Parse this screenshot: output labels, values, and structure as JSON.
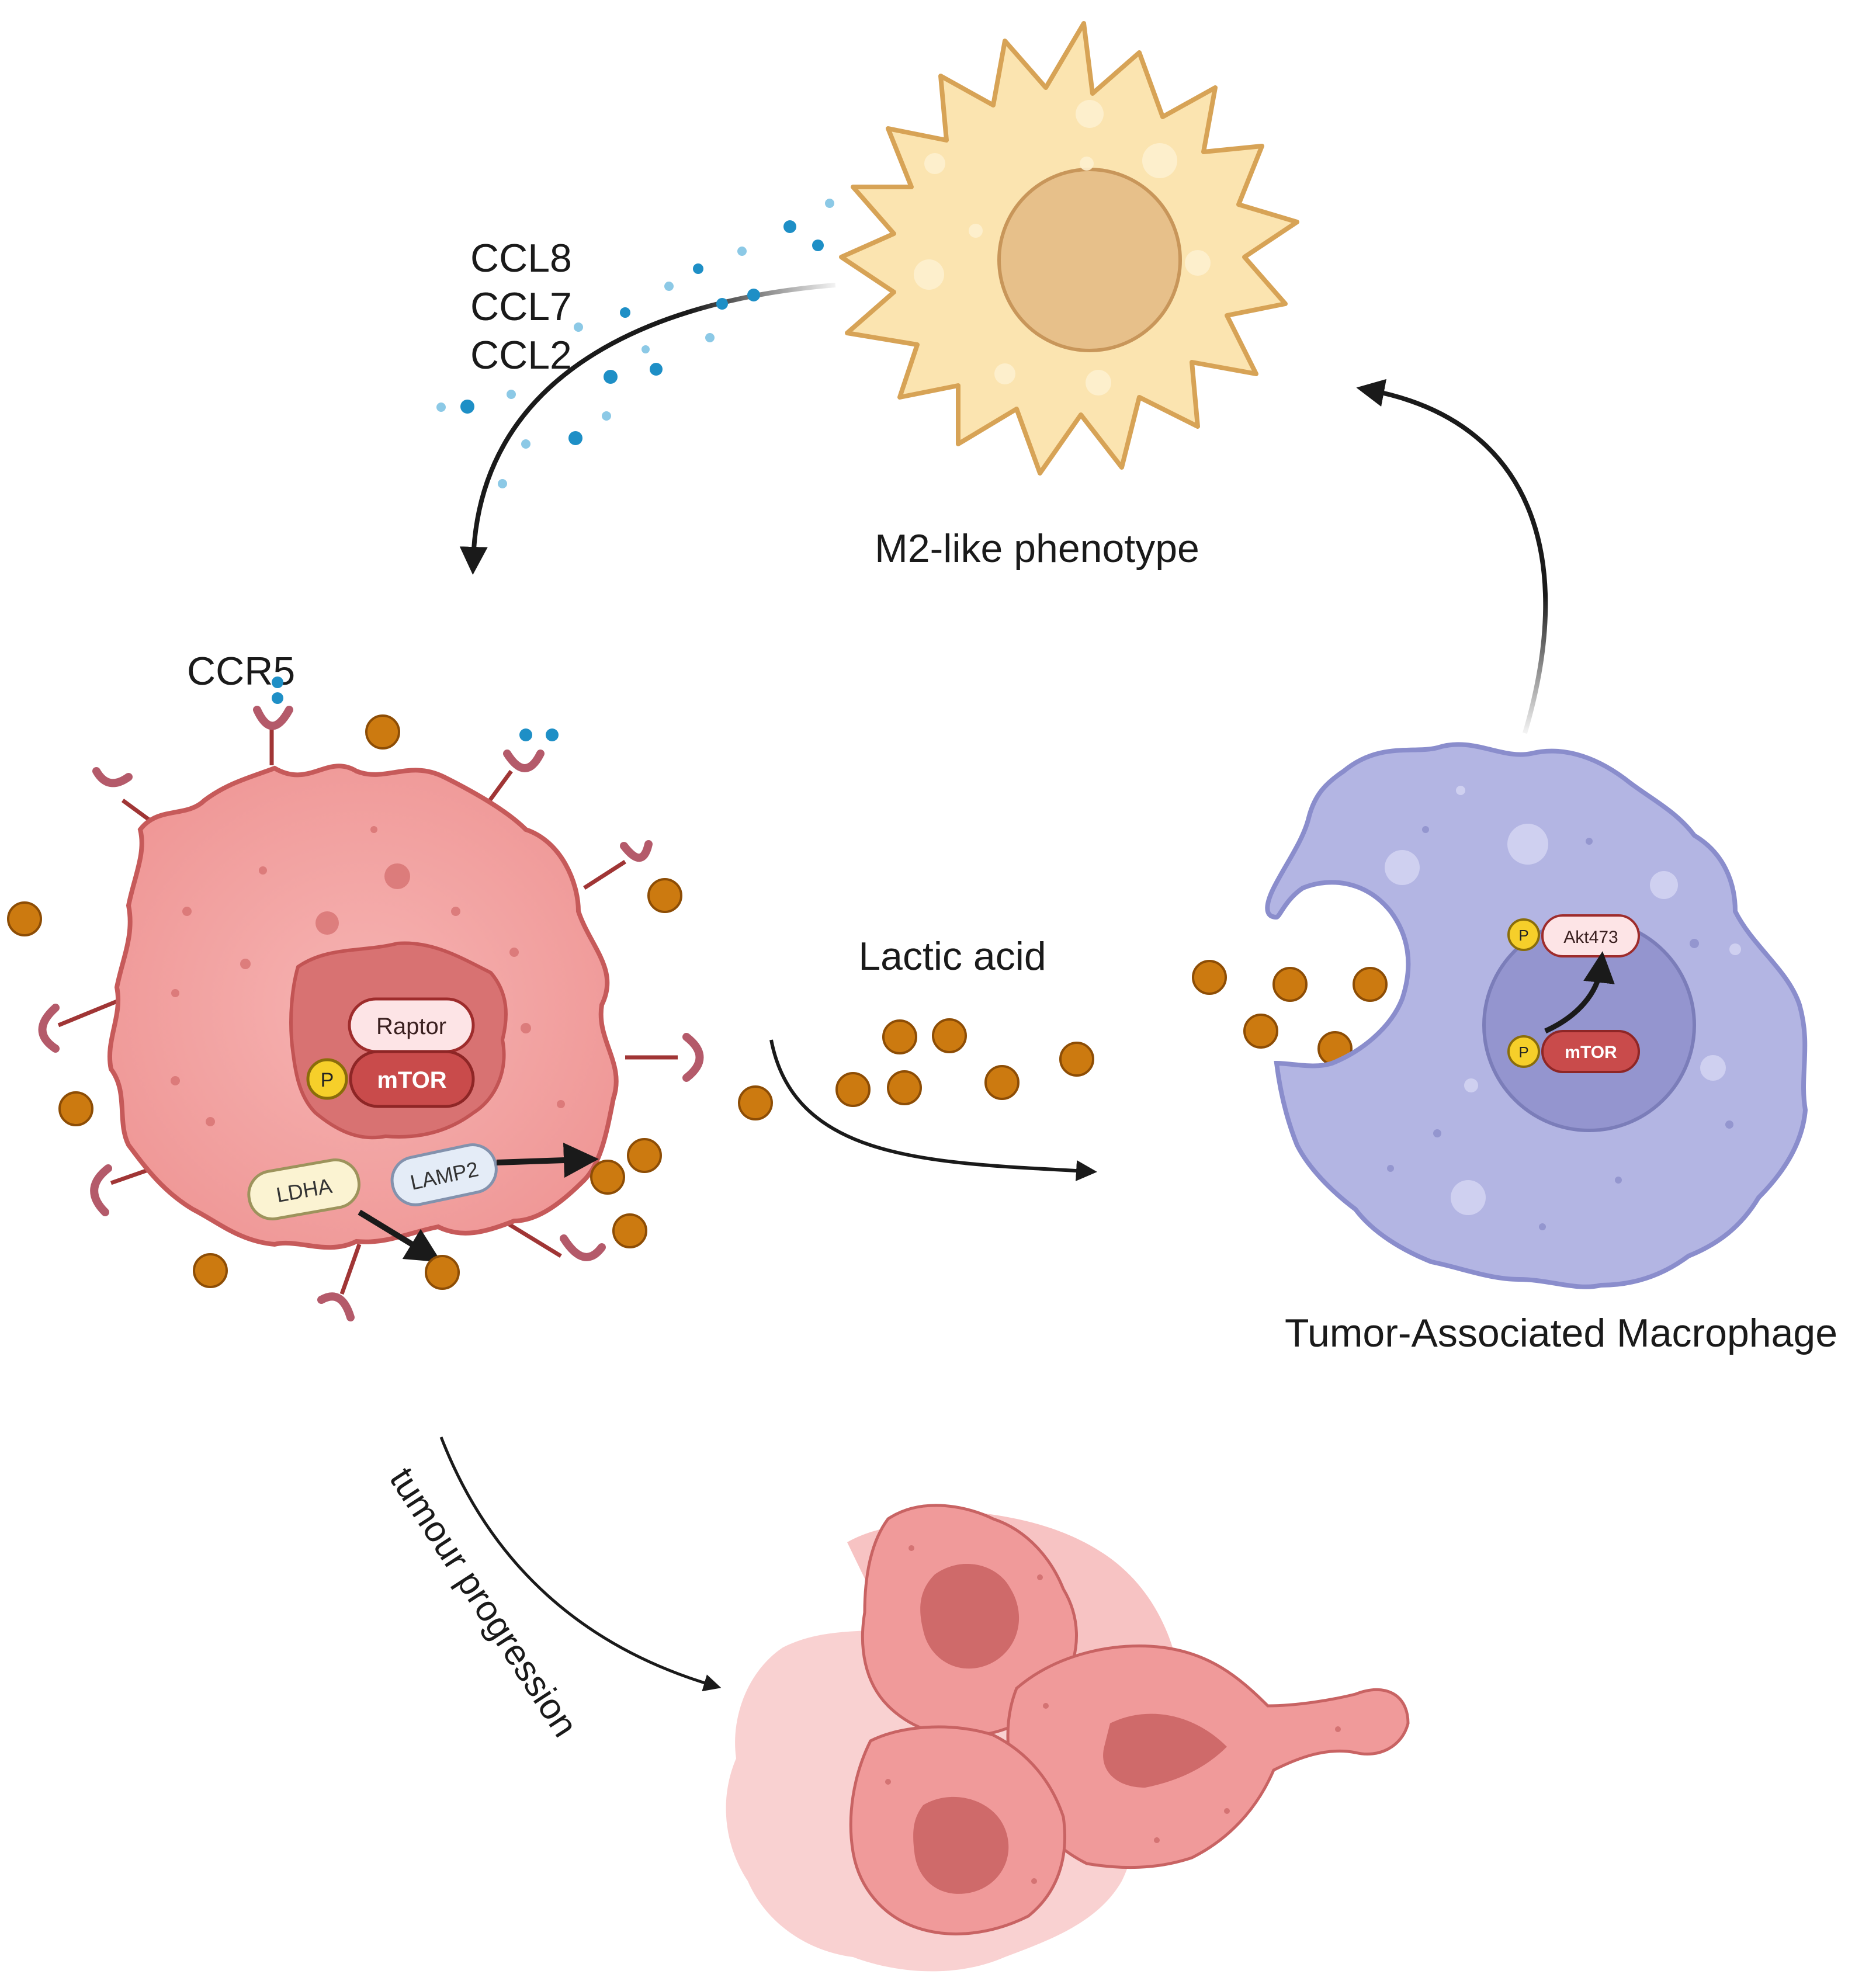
{
  "labels": {
    "chemokines": [
      "CCL8",
      "CCL7",
      "CCL2"
    ],
    "receptor": "CCR5",
    "m2_phenotype": "M2-like phenotype",
    "lactic_acid": "Lactic acid",
    "tam": "Tumor-Associated Macrophage",
    "tumour_progression": "tumour progression"
  },
  "tumor_cell": {
    "raptor": "Raptor",
    "mtor": "mTOR",
    "phospho": "P",
    "ldha": "LDHA",
    "lamp2": "LAMP2"
  },
  "macrophage": {
    "akt": "Akt473",
    "mtor": "mTOR",
    "phospho": "P"
  },
  "colors": {
    "tumor_cell": "#f2a3a3",
    "m2_cell": "#fbe3ad",
    "macrophage": "#b3b5e3",
    "lactate": "#cc7a10",
    "chemokine": "#1e8fc6",
    "mtor": "#c94b4b",
    "raptor": "#fde3e6",
    "phospho": "#f6cf2a"
  }
}
